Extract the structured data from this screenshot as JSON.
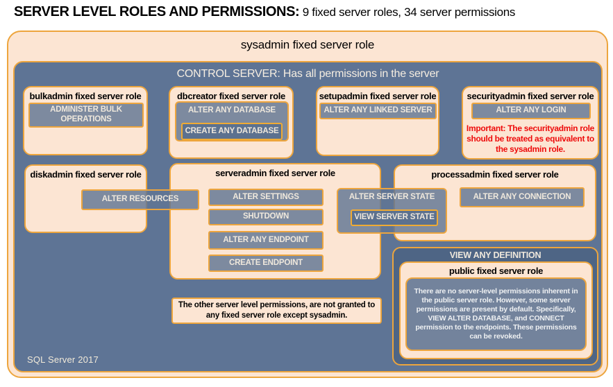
{
  "header": {
    "title_bold": "SERVER LEVEL ROLES AND PERMISSIONS:",
    "title_rest": " 9 fixed server roles, 34 server permissions"
  },
  "sysadmin": {
    "label": "sysadmin fixed server role"
  },
  "control_server": {
    "label": "CONTROL SERVER: Has all permissions in the server",
    "footer": "SQL Server 2017"
  },
  "roles": {
    "bulkadmin": {
      "title": "bulkadmin fixed server role",
      "permission": "ADMINISTER BULK OPERATIONS"
    },
    "dbcreator": {
      "title": "dbcreator fixed server role",
      "permission": "ALTER ANY DATABASE",
      "nested_permission": "CREATE ANY DATABASE"
    },
    "setupadmin": {
      "title": "setupadmin fixed server role",
      "permission": "ALTER ANY LINKED SERVER"
    },
    "securityadmin": {
      "title": "securityadmin fixed server role",
      "permission": "ALTER ANY LOGIN",
      "warning": "Important: The securityadmin role should be treated as equivalent to the sysadmin role."
    },
    "diskadmin": {
      "title": "diskadmin fixed server role",
      "permission": "ALTER RESOURCES"
    },
    "serveradmin": {
      "title": "serveradmin fixed server role",
      "permissions": [
        "ALTER SETTINGS",
        "SHUTDOWN",
        "ALTER ANY ENDPOINT",
        "CREATE ENDPOINT"
      ],
      "shared_permission": "ALTER SERVER STATE",
      "shared_nested_permission": "VIEW SERVER STATE"
    },
    "processadmin": {
      "title": "processadmin fixed server role",
      "permission": "ALTER ANY CONNECTION"
    },
    "public": {
      "permission": "VIEW ANY DEFINITION",
      "title": "public fixed server role",
      "note": "There are no server-level permissions inherent in the public server role. However, some server permissions are present by default. Specifically, VIEW ALTER DATABASE, and CONNECT permission to the endpoints. These permissions can be revoked."
    }
  },
  "footnote": "The other server level permissions, are not granted to any fixed server role except sysadmin.",
  "colors": {
    "peach_fill": "#fce5d3",
    "gold_border": "#eda53d",
    "slate_fill": "#5e7495",
    "dark_slate_fill": "#4e6585",
    "permission_fill": "#8494af",
    "permission_text": "#efe8dc",
    "warning_red": "#ee0b0b",
    "title_text": "#000000"
  }
}
